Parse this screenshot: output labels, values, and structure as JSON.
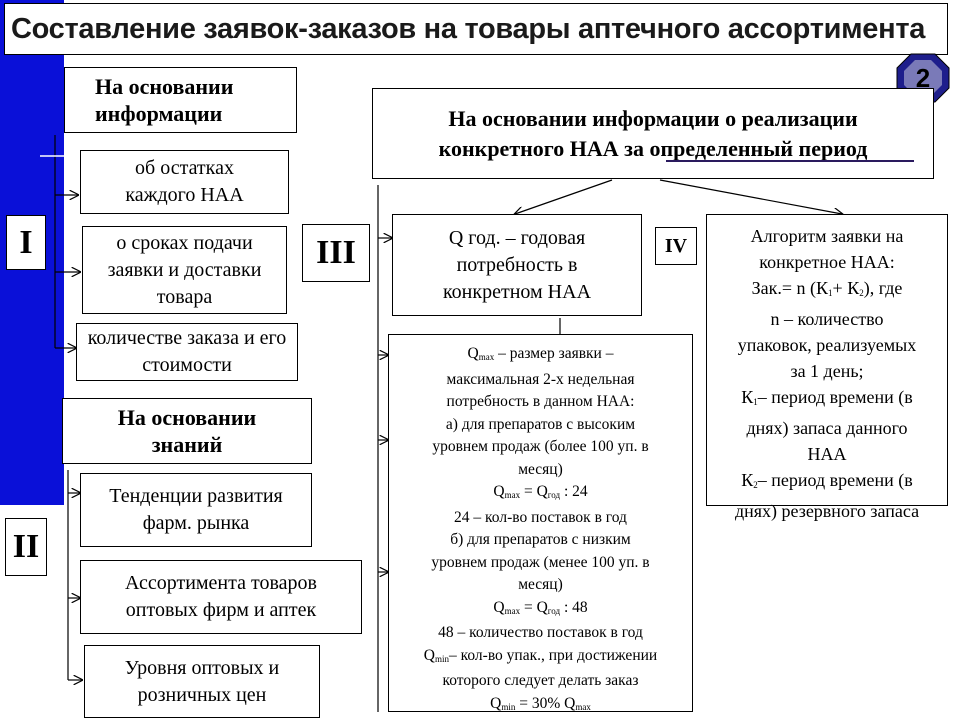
{
  "title": "Составление заявок-заказов на товары аптечного ассортимента",
  "slide_number": "2",
  "sections": {
    "I": {
      "label": "I",
      "header": "На основании информации",
      "items": [
        "об остатках каждого НАА",
        "о сроках подачи заявки и доставки товара",
        "количестве заказа и его стоимости"
      ]
    },
    "II": {
      "label": "II",
      "header": "На основании знаний",
      "items": [
        "Тенденции развития фарм. рынка",
        "Ассортимента товаров оптовых фирм и аптек",
        "Уровня оптовых и розничных цен"
      ]
    },
    "III": {
      "label": "III",
      "header": "На основании информации о реализации конкретного НАА за определенный период",
      "q_year": "Q год. – годовая потребность в конкретном НАА",
      "qmax_lines": [
        "Q_max – размер заявки –",
        "максимальная 2-х недельная",
        "потребность в данном НАА:",
        "а) для препаратов с высоким",
        "уровнем продаж (более 100 уп. в",
        "месяц)",
        "Q_max = Q_год : 24",
        "24 – кол-во поставок в год",
        "б) для препаратов с низким",
        "уровнем продаж (менее 100 уп. в",
        "месяц)",
        "Q_max = Q_год : 48",
        "48 – количество поставок в год",
        "Q_min– кол-во упак., при достижении",
        "которого следует делать заказ",
        "Q_min = 30% Q_max"
      ]
    },
    "IV": {
      "label": "IV",
      "algorithm_lines": [
        "Алгоритм заявки на",
        "конкретное НАА:",
        "Зак.= n (К1+ К2), где",
        "n – количество",
        "упаковок, реализуемых",
        "за 1 день;",
        "К1– период времени (в",
        "днях) запаса данного",
        "НАА",
        "К2– период времени (в",
        "днях) резервного запаса"
      ]
    }
  },
  "colors": {
    "side_bar": "#0a10d8",
    "badge_fill": "#1e1e8c",
    "underline": "#2a1a5e"
  }
}
